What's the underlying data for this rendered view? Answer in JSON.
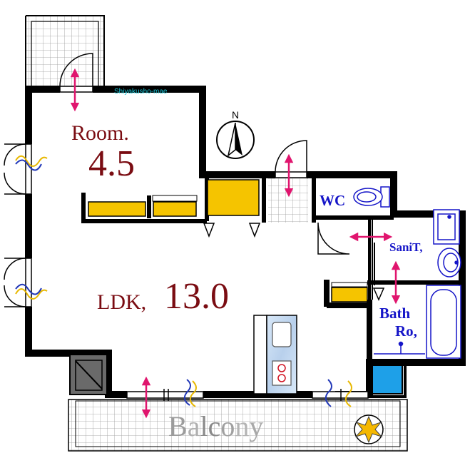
{
  "labels": {
    "station": "Shiyakusho-mae",
    "room_name": "Room.",
    "room_size": "4.5",
    "ldk_name": "LDK,",
    "ldk_size": "13.0",
    "wc": "WC",
    "sanitary": "SaniT,",
    "bath_line1": "Bath",
    "bath_line2": "Ro,",
    "balcony": "Balcony",
    "compass": "N"
  },
  "colors": {
    "wall": "#000000",
    "storage": "#f5c400",
    "tile_grid": "#9a9a9a",
    "room_text": "#7a0c12",
    "label_blue": "#1515c8",
    "station_text": "#1bc9d9",
    "door_arrow": "#e0156e",
    "window_yellow": "#e8b800",
    "window_blue": "#2238b8",
    "kitchen_counter": "#c8dcf0",
    "water_heater": "#1ea0e8",
    "balcony_letters": [
      "#9c9c9c",
      "#b0b0b0",
      "#8a8a8a",
      "#8a8a8a",
      "#a0a0a0",
      "#b4b4b4",
      "#a8a8a8"
    ]
  }
}
